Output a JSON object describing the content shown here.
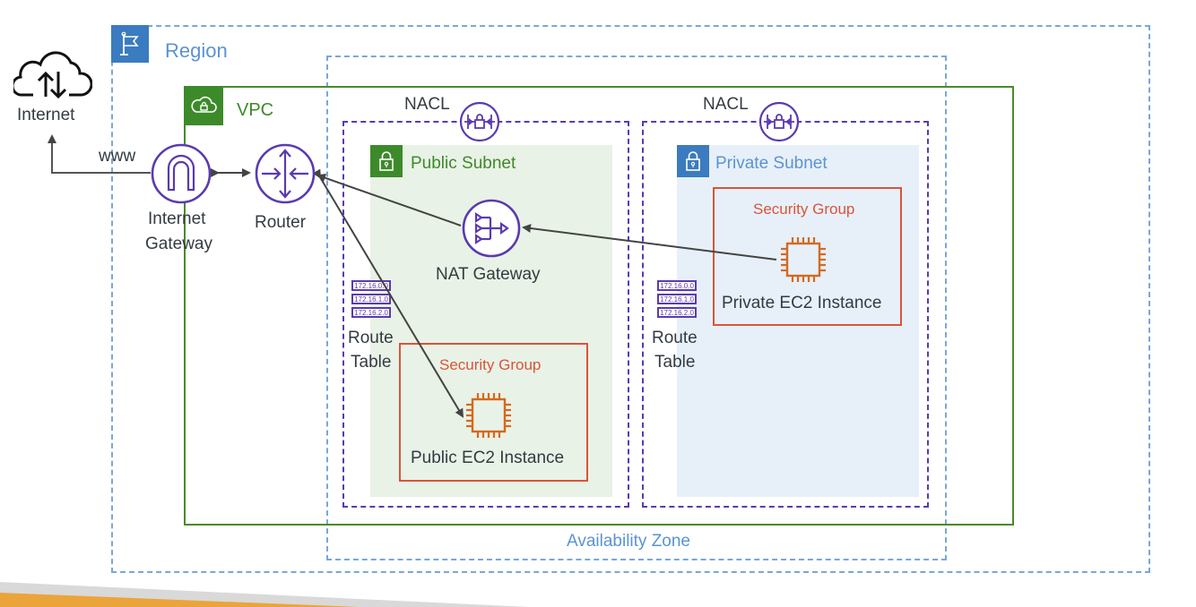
{
  "diagram": {
    "title": "AWS VPC architecture with NAT Gateway",
    "colors": {
      "region": "#7aa7d8",
      "region_badge": "#3b7bbf",
      "vpc": "#4a8a2a",
      "nacl": "#5a3ab0",
      "security_group": "#d9543a",
      "ec2": "#d4691f",
      "public_subnet_bg": "#e9f2e6",
      "private_subnet_bg": "#e7f0f8",
      "arrow": "#444444",
      "footer_orange": "#eba43a",
      "footer_gray": "#d9d9d9"
    },
    "internet": {
      "label": "Internet",
      "icon": "cloud-upload-download-icon"
    },
    "www_label": "www",
    "region": {
      "label": "Region",
      "icon": "flag-icon"
    },
    "availability_zone": {
      "label": "Availability Zone"
    },
    "vpc": {
      "label": "VPC",
      "icon": "cloud-lock-icon"
    },
    "internet_gateway": {
      "label_line1": "Internet",
      "label_line2": "Gateway",
      "icon": "internet-gateway-icon"
    },
    "router": {
      "label": "Router",
      "icon": "router-icon"
    },
    "nacls": [
      {
        "label": "NACL",
        "icon": "nacl-icon"
      },
      {
        "label": "NACL",
        "icon": "nacl-icon"
      }
    ],
    "public_subnet": {
      "label": "Public Subnet",
      "icon": "lock-icon",
      "nat_gateway": {
        "label": "NAT Gateway",
        "icon": "nat-gateway-icon"
      },
      "route_table": {
        "label_line1": "Route",
        "label_line2": "Table",
        "entries": [
          "172.16.0.0",
          "172.16.1.0",
          "172.16.2.0"
        ]
      },
      "security_group": {
        "label": "Security Group"
      },
      "ec2": {
        "label": "Public EC2 Instance",
        "icon": "ec2-chip-icon"
      }
    },
    "private_subnet": {
      "label": "Private Subnet",
      "icon": "lock-icon",
      "route_table": {
        "label_line1": "Route",
        "label_line2": "Table",
        "entries": [
          "172.16.0.0",
          "172.16.1.0",
          "172.16.2.0"
        ]
      },
      "security_group": {
        "label": "Security Group"
      },
      "ec2": {
        "label": "Private EC2 Instance",
        "icon": "ec2-chip-icon"
      }
    },
    "connections": [
      {
        "from": "internet-gateway",
        "to": "internet",
        "label": "www"
      },
      {
        "from": "internet-gateway",
        "to": "router",
        "bidirectional": true
      },
      {
        "from": "nat-gateway",
        "to": "router"
      },
      {
        "from": "private-ec2",
        "to": "nat-gateway"
      },
      {
        "from": "router",
        "to": "public-ec2",
        "bidirectional": true
      }
    ]
  }
}
